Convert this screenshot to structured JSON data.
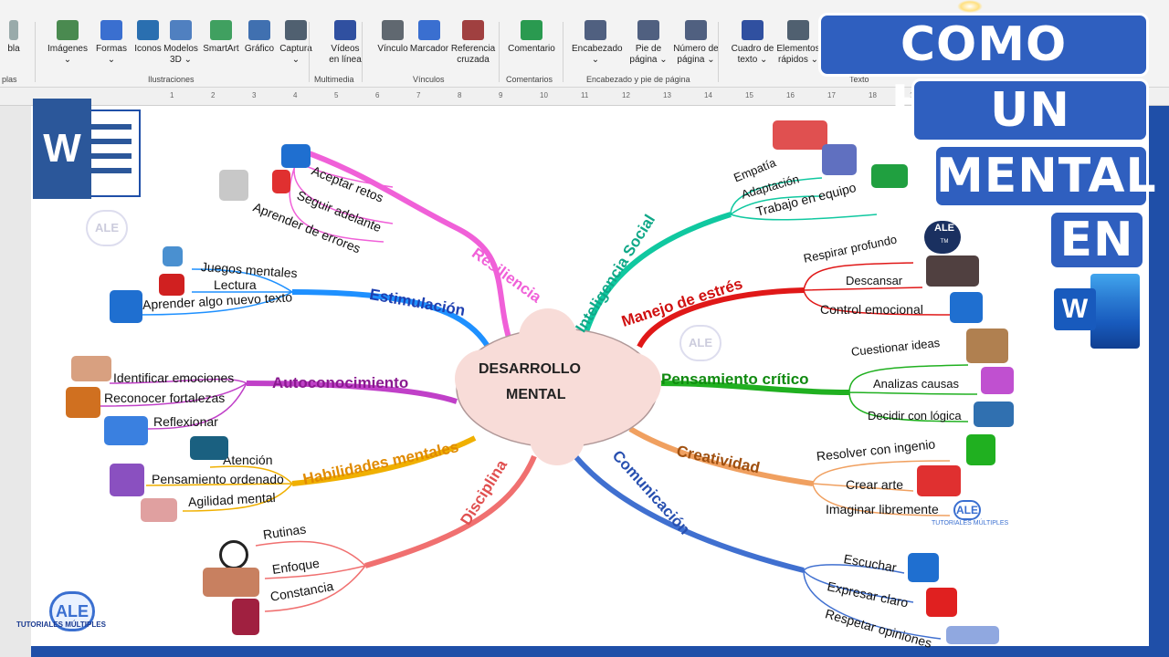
{
  "ribbon": {
    "buttons": [
      {
        "label": "Imágenes",
        "sub": "⌄"
      },
      {
        "label": "Formas",
        "sub": "⌄"
      },
      {
        "label": "Iconos",
        "sub": ""
      },
      {
        "label": "Modelos",
        "sub": "3D ⌄"
      },
      {
        "label": "SmartArt",
        "sub": ""
      },
      {
        "label": "Gráfico",
        "sub": ""
      },
      {
        "label": "Captura",
        "sub": "⌄"
      },
      {
        "label": "Vídeos",
        "sub": "en línea"
      },
      {
        "label": "Vínculo",
        "sub": ""
      },
      {
        "label": "Marcador",
        "sub": ""
      },
      {
        "label": "Referencia",
        "sub": "cruzada"
      },
      {
        "label": "Comentario",
        "sub": ""
      },
      {
        "label": "Encabezado",
        "sub": "⌄"
      },
      {
        "label": "Pie de",
        "sub": "página ⌄"
      },
      {
        "label": "Número de",
        "sub": "página ⌄"
      },
      {
        "label": "Cuadro de",
        "sub": "texto ⌄"
      },
      {
        "label": "Elementos",
        "sub": "rápidos ⌄"
      }
    ],
    "cut_left_label": "bla",
    "cut_left_group": "plas",
    "groups": [
      "Ilustraciones",
      "Multimedia",
      "Vínculos",
      "Comentarios",
      "Encabezado y pie de página",
      "Texto"
    ]
  },
  "ruler": [
    "1",
    "2",
    "3",
    "4",
    "5",
    "6",
    "7",
    "8",
    "9",
    "10",
    "11",
    "12",
    "13",
    "14",
    "15",
    "16",
    "17",
    "18",
    "19",
    "20",
    "21"
  ],
  "title": {
    "line1": "COMO HACER",
    "line2": "UN MAPA",
    "line3": "MENTAL",
    "line4": "EN"
  },
  "logo": {
    "word_letter": "W",
    "ale": "ALE",
    "tm": "TM",
    "tagline": "TUTORIALES MÚLTIPLES"
  },
  "center": {
    "line1": "DESARROLLO",
    "line2": "MENTAL"
  },
  "branches": {
    "resiliencia": {
      "label": "Resiliencia",
      "items": [
        "Aceptar retos",
        "Seguir adelante",
        "Aprender de errores"
      ]
    },
    "estimulacion": {
      "label": "Estimulación",
      "items": [
        "Juegos mentales",
        "Lectura",
        "Aprender algo nuevo texto"
      ]
    },
    "autoconocimiento": {
      "label": "Autoconocimiento",
      "items": [
        "Identificar emociones",
        "Reconocer fortalezas",
        "Reflexionar"
      ]
    },
    "habilidades": {
      "label": "Habilidades mentales",
      "items": [
        "Atención",
        "Pensamiento ordenado",
        "Agilidad mental"
      ]
    },
    "disciplina": {
      "label": "Disciplina",
      "items": [
        "Rutinas",
        "Enfoque",
        "Constancia"
      ]
    },
    "inteligencia": {
      "label": "Inteligencia Social",
      "items": [
        "Empatía",
        "Adaptación",
        "Trabajo en equipo"
      ]
    },
    "estres": {
      "label": "Manejo de estrés",
      "items": [
        "Respirar profundo",
        "Descansar",
        "Control emocional"
      ]
    },
    "critico": {
      "label": "Pensamiento crítico",
      "items": [
        "Cuestionar ideas",
        "Analizas causas",
        "Decidir con lógica"
      ]
    },
    "creatividad": {
      "label": "Creatividad",
      "items": [
        "Resolver con ingenio",
        "Crear arte",
        "Imaginar libremente"
      ]
    },
    "comunicacion": {
      "label": "Comunicación",
      "items": [
        "Escuchar",
        "Expresar claro",
        "Respetar opiniones"
      ]
    }
  },
  "colors": {
    "resiliencia": "#f060d8",
    "estimulacion": "#1e90ff",
    "autoconocimiento": "#c040c8",
    "habilidades": "#f0b000",
    "disciplina": "#f07070",
    "inteligencia": "#10c8a0",
    "estres": "#e01818",
    "critico": "#20b020",
    "creatividad": "#f0a060",
    "comunicacion": "#4070d0"
  }
}
